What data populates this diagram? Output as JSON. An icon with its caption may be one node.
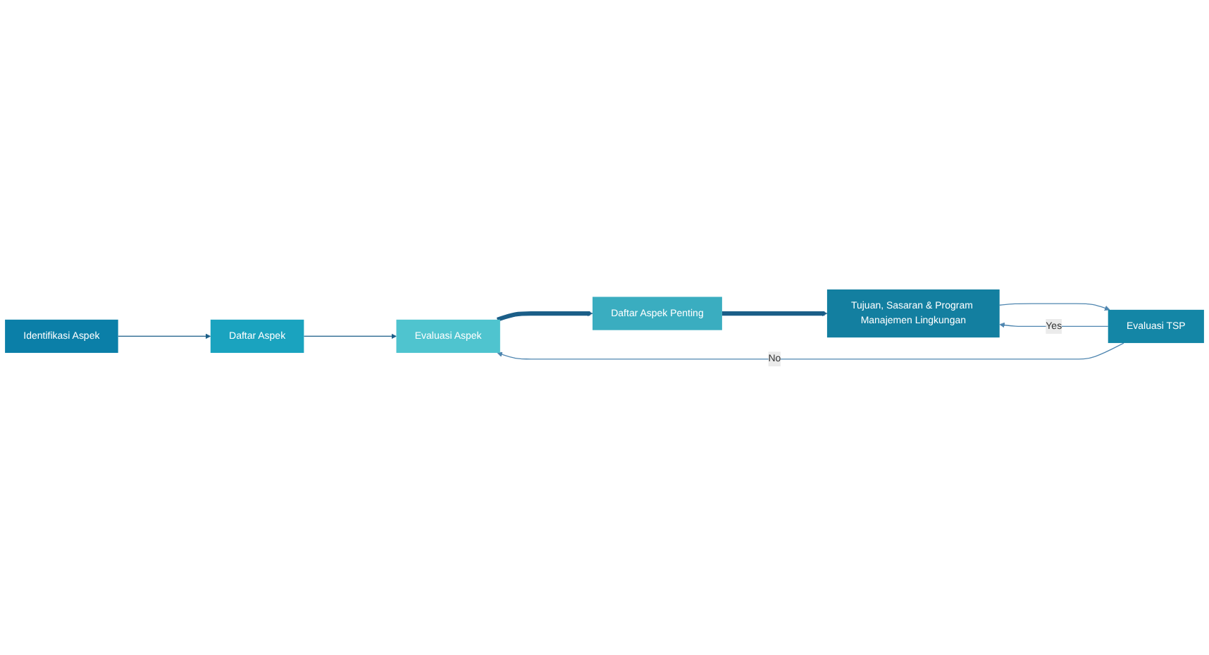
{
  "diagram": {
    "nodes": [
      {
        "text": [
          "Identifikasi Aspek"
        ]
      },
      {
        "text": [
          "Daftar Aspek"
        ]
      },
      {
        "text": [
          "Evaluasi Aspek"
        ]
      },
      {
        "text": [
          "Daftar Aspek Penting"
        ]
      },
      {
        "text": [
          "Tujuan, Sasaran & Program Manajemen Lingkungan"
        ]
      },
      {
        "text": [
          "Evaluasi TSP"
        ]
      }
    ],
    "edges": [
      {
        "from": 0,
        "to": 1,
        "arrow": "to",
        "color": "#1b5e88"
      },
      {
        "from": 1,
        "to": 2,
        "arrow": "to",
        "color": "#1b5e88"
      },
      {
        "from": 2,
        "to": 3,
        "arrow": "to",
        "style": "thick",
        "color": "#1b5e88"
      },
      {
        "from": 3,
        "to": 4,
        "arrow": "to",
        "style": "thick",
        "color": "#1b5e88"
      },
      {
        "from": 4,
        "to": 5,
        "arrow": "to"
      },
      {
        "from": 5,
        "to": 2,
        "arrow": "to",
        "label": "No"
      },
      {
        "from": 5,
        "to": 4,
        "arrow": "to",
        "label": "Yes"
      }
    ]
  }
}
